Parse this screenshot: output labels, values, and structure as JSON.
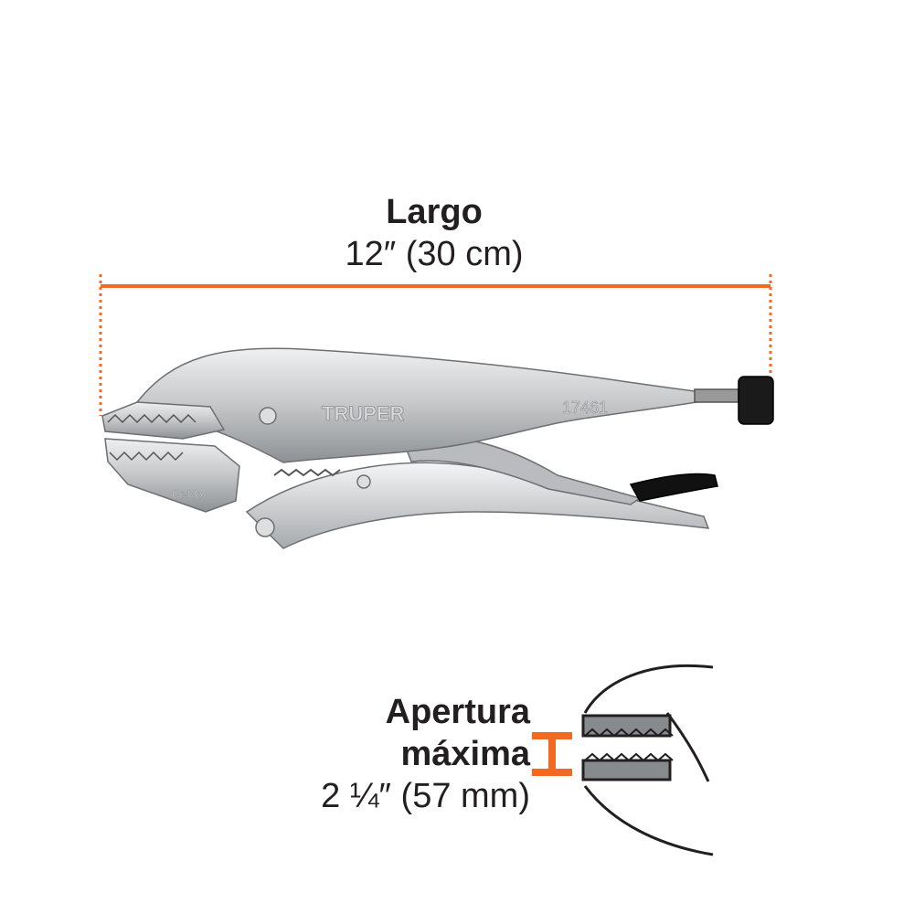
{
  "length": {
    "title": "Largo",
    "value": "12″ (30 cm)"
  },
  "opening": {
    "line1": "Apertura",
    "line2": "máxima",
    "line3": "2 ¼″ (57 mm)"
  },
  "tool": {
    "brand": "TRUPER",
    "model": "17461",
    "material": "Cr-Mo",
    "icon": "locking-pliers-icon"
  },
  "colors": {
    "accent": "#f26a21",
    "metal": "#c9cbcd",
    "text": "#231f20"
  }
}
